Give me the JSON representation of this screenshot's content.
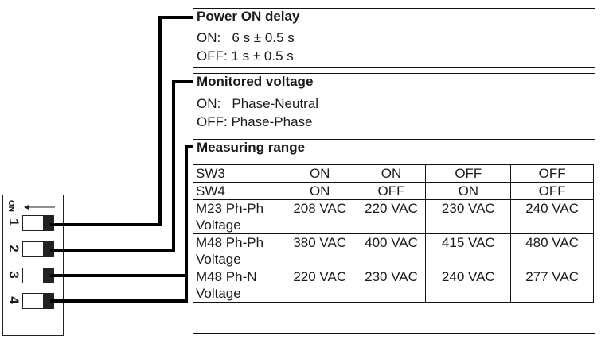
{
  "dip_switch": {
    "on_label": "ON",
    "arrow_icon": "arrow-left-icon",
    "switches": [
      {
        "number": "1",
        "position": "ON"
      },
      {
        "number": "2",
        "position": "ON"
      },
      {
        "number": "3",
        "position": "ON"
      },
      {
        "number": "4",
        "position": "ON"
      }
    ]
  },
  "power_on_delay": {
    "title": "Power ON delay",
    "lines": [
      "ON:   6 s ± 0.5 s",
      "OFF: 1 s ± 0.5 s"
    ]
  },
  "monitored_voltage": {
    "title": "Monitored voltage",
    "lines": [
      "ON:   Phase-Neutral",
      "OFF: Phase-Phase"
    ]
  },
  "measuring_range": {
    "title": "Measuring range",
    "rows": [
      {
        "label": [
          "SW3"
        ],
        "values": [
          "ON",
          "ON",
          "OFF",
          "OFF"
        ]
      },
      {
        "label": [
          "SW4"
        ],
        "values": [
          "ON",
          "OFF",
          "ON",
          "OFF"
        ]
      },
      {
        "label": [
          "M23 Ph-Ph",
          "Voltage"
        ],
        "values": [
          "208 VAC",
          "220 VAC",
          "230 VAC",
          "240 VAC"
        ]
      },
      {
        "label": [
          "M48 Ph-Ph",
          "Voltage"
        ],
        "values": [
          "380 VAC",
          "400 VAC",
          "415 VAC",
          "480 VAC"
        ]
      },
      {
        "label": [
          "M48 Ph-N",
          "Voltage"
        ],
        "values": [
          "220 VAC",
          "230 VAC",
          "240 VAC",
          "277 VAC"
        ]
      }
    ]
  }
}
